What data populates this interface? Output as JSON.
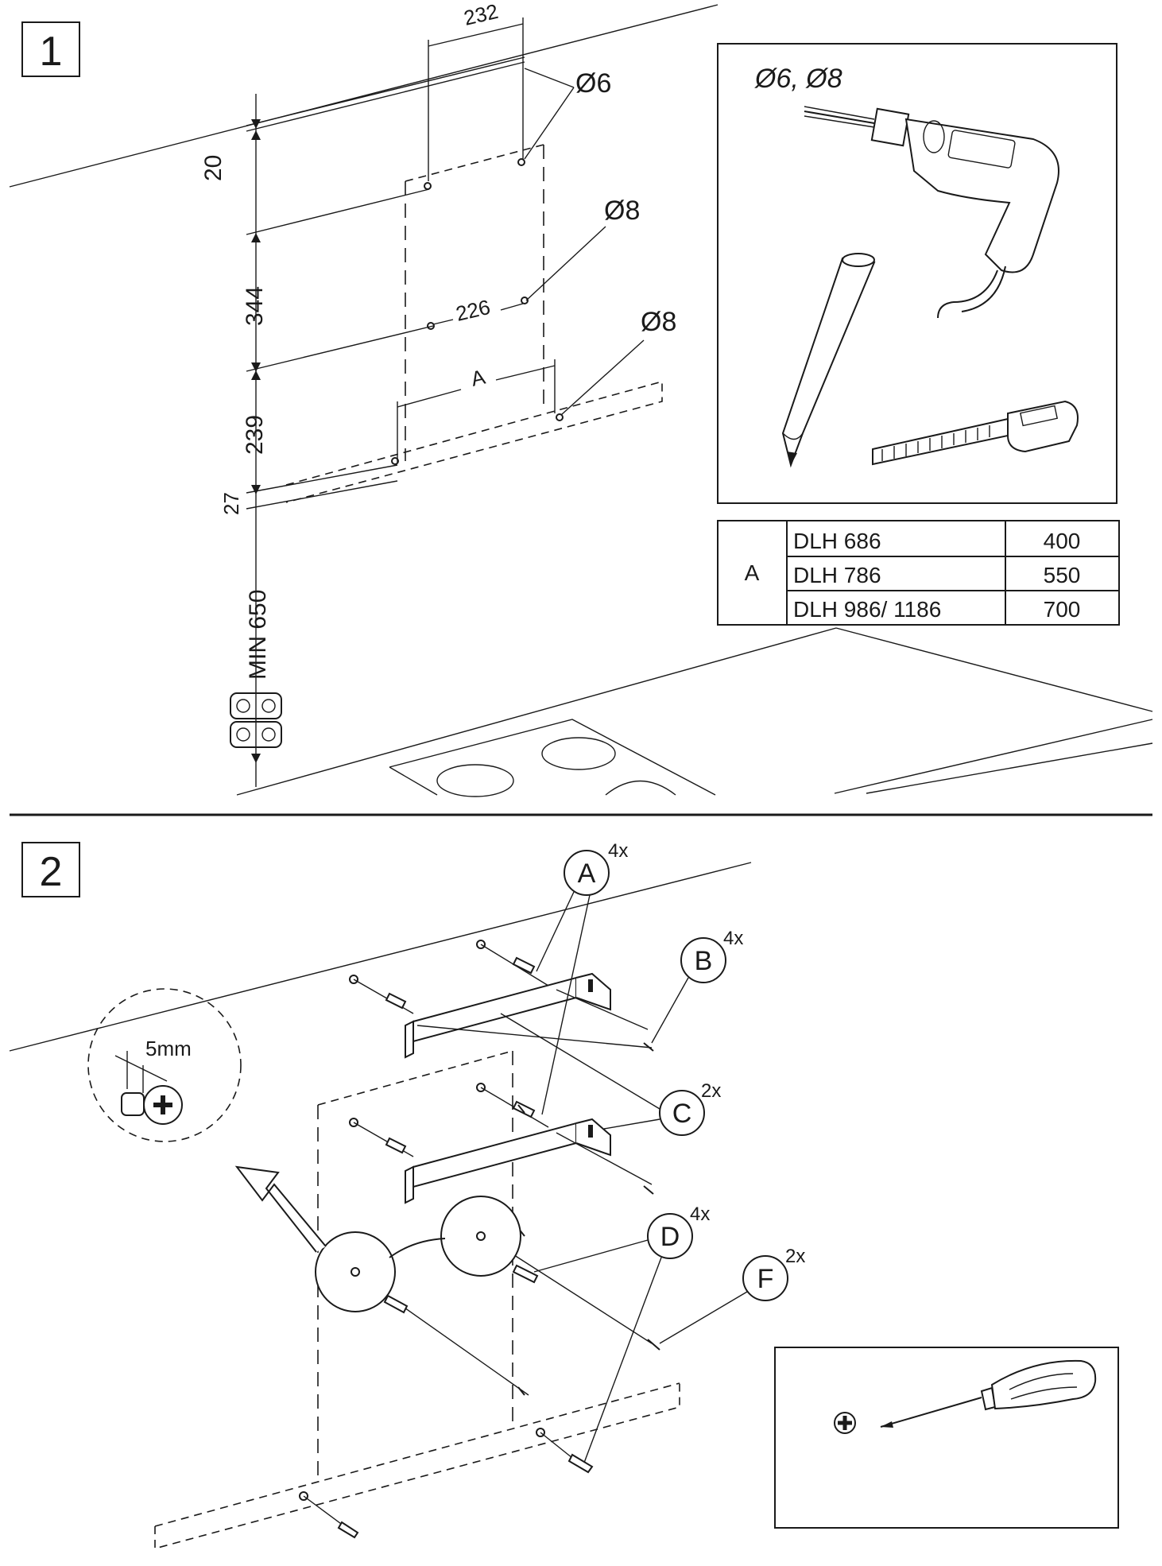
{
  "step1": {
    "number": "1",
    "dims": {
      "d232": "232",
      "d20": "20",
      "d344": "344",
      "d239": "239",
      "d27": "27",
      "min650": "MIN 650",
      "d226": "226",
      "dimA": "A"
    },
    "holes": {
      "phi6": "Ø6",
      "phi8_upper": "Ø8",
      "phi8_lower": "Ø8"
    },
    "tools_box": {
      "caption": "Ø6, Ø8"
    },
    "table": {
      "group": "A",
      "rows": [
        {
          "model": "DLH 686",
          "value": "400"
        },
        {
          "model": "DLH 786",
          "value": "550"
        },
        {
          "model": "DLH 986/ 1186",
          "value": "700"
        }
      ]
    }
  },
  "step2": {
    "number": "2",
    "detail": {
      "size": "5mm"
    },
    "parts": [
      {
        "letter": "A",
        "count": "4x"
      },
      {
        "letter": "B",
        "count": "4x"
      },
      {
        "letter": "C",
        "count": "2x"
      },
      {
        "letter": "D",
        "count": "4x"
      },
      {
        "letter": "F",
        "count": "2x"
      }
    ]
  },
  "icons": [
    "drill-icon",
    "pencil-icon",
    "tape-measure-icon",
    "screwdriver-icon",
    "phillips-head-icon",
    "hob-icon"
  ]
}
